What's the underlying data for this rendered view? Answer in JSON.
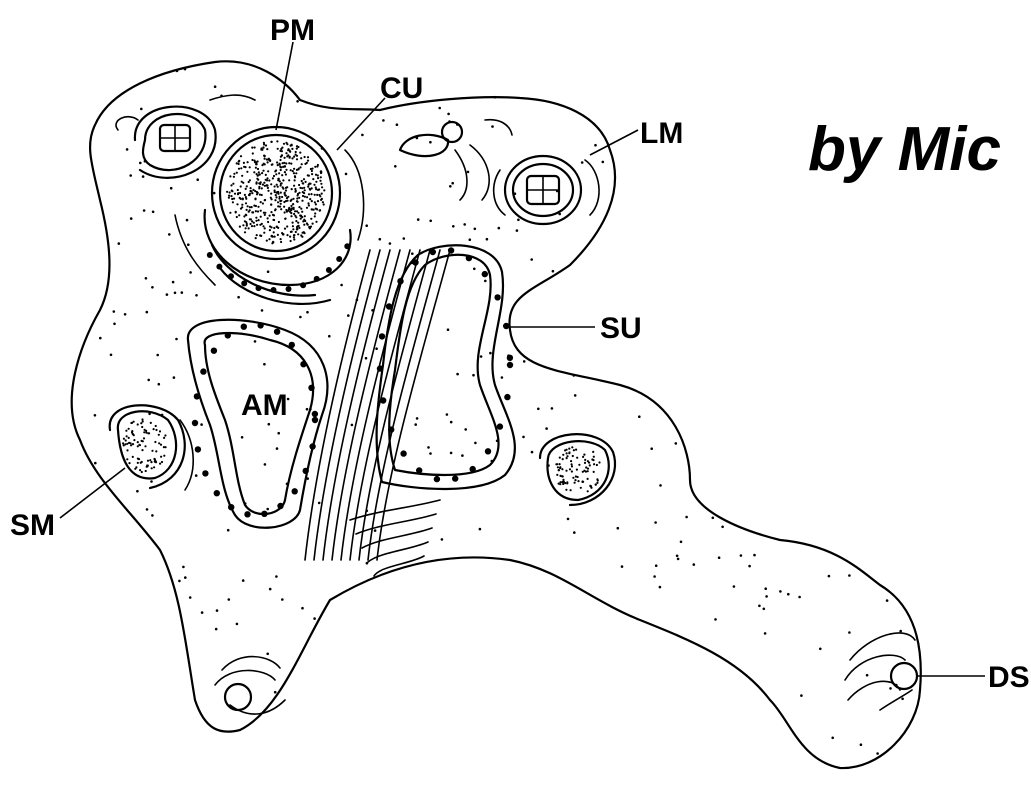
{
  "caption": "by Mic",
  "labels": {
    "pm": "PM",
    "cu": "CU",
    "lm": "LM",
    "su": "SU",
    "am": "AM",
    "sm": "SM",
    "ds": "DS"
  },
  "colors": {
    "ink": "#000000",
    "paper": "#ffffff"
  }
}
